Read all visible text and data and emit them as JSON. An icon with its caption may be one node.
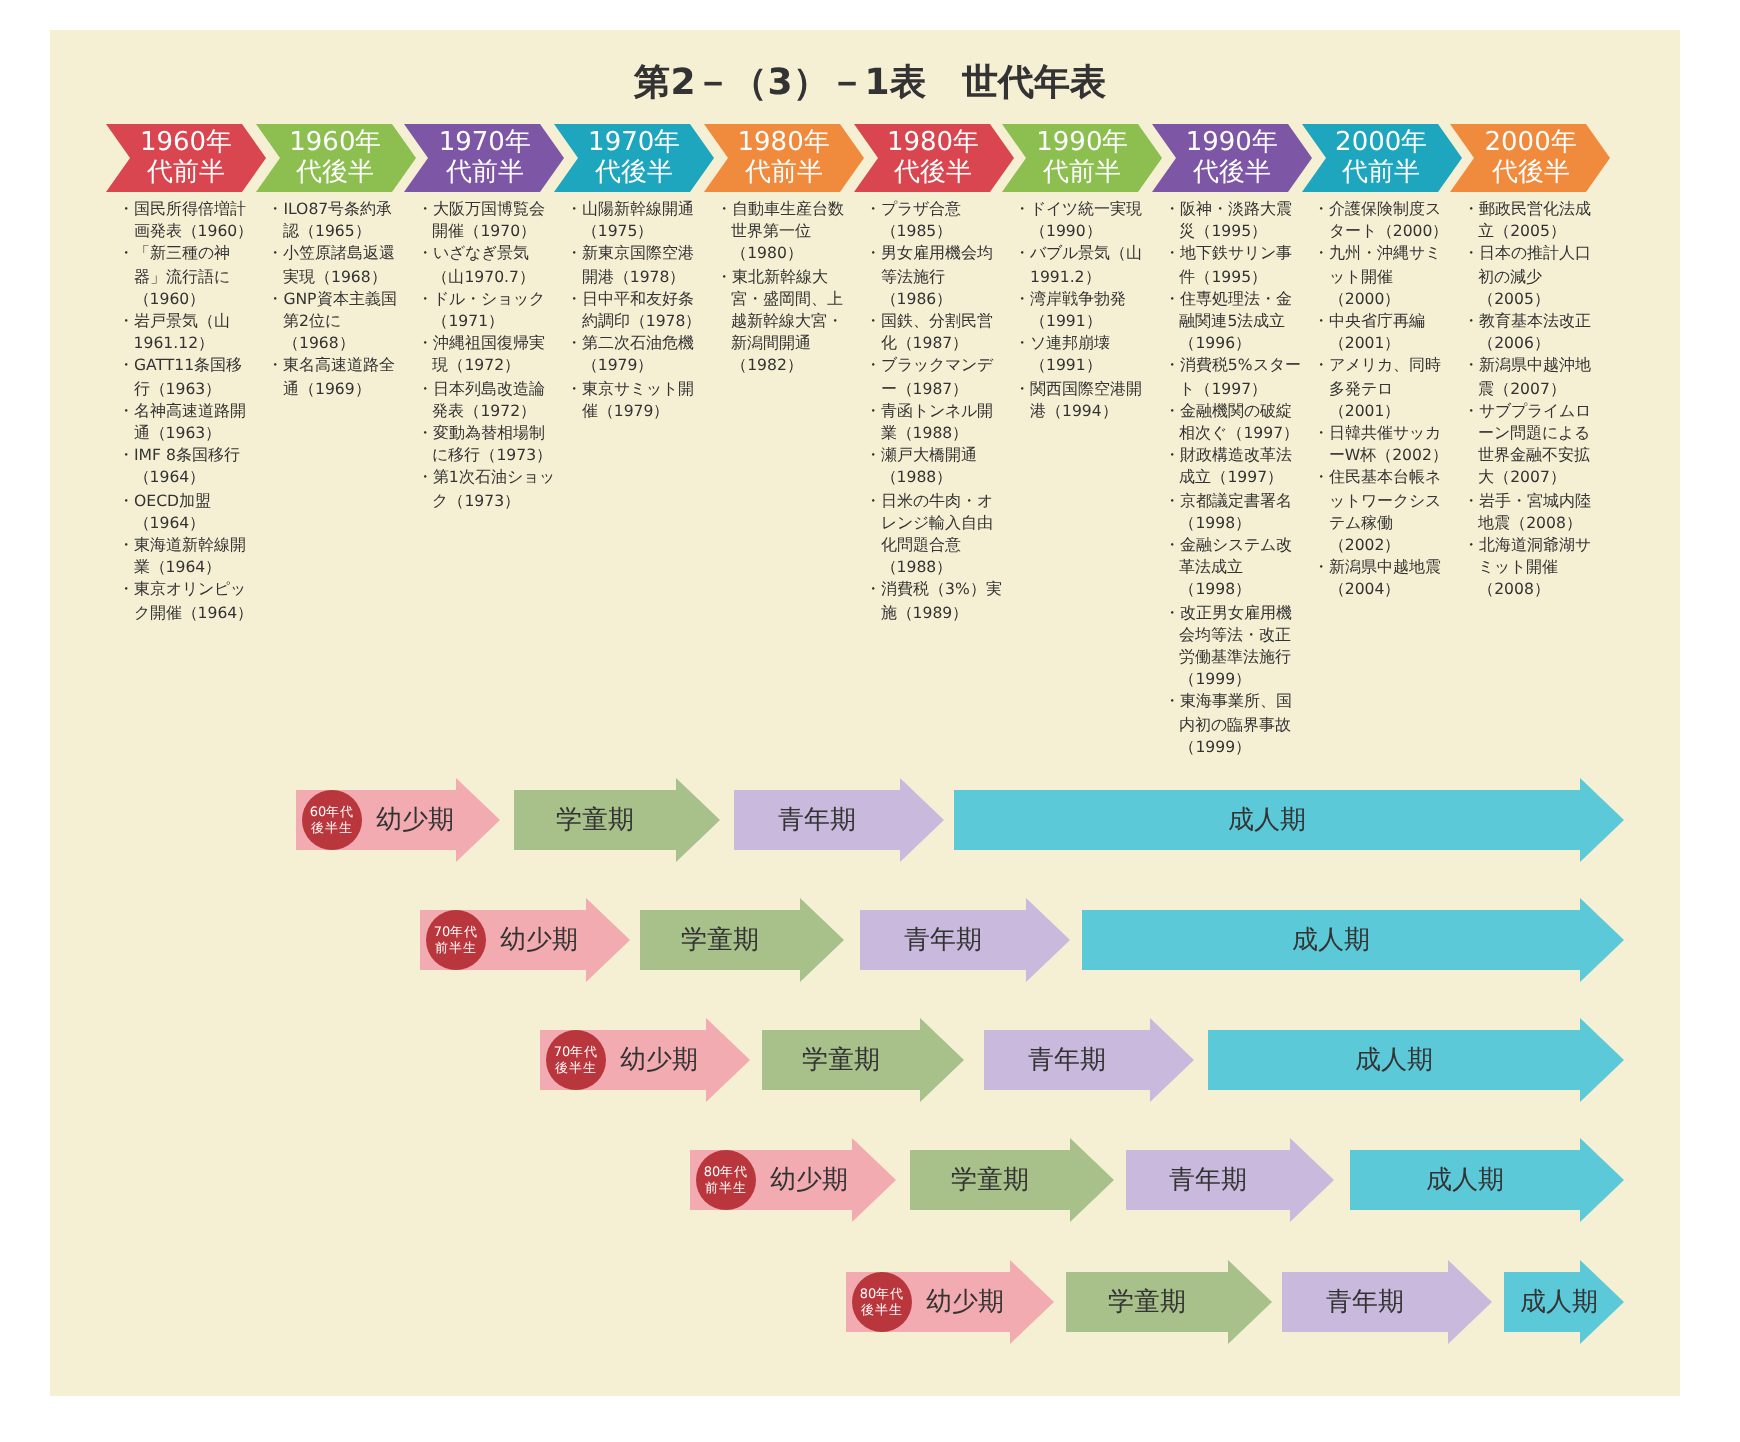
{
  "diagram": {
    "title": "第2－（3）－1表　世代年表",
    "nodes": [
      {
        "text": [
          "1960年代前半"
        ],
        "beside": [
          "・国民所得倍増計画発表（1960）",
          "・「新三種の神器」流行語に（1960）",
          "・岩戸景気（山1961.12）",
          "・GATT11条国移行（1963）",
          "・名神高速道路開通（1963）",
          "・IMF 8条国移行（1964）",
          "・OECD加盟（1964）",
          "・東海道新幹線開業（1964）",
          "・東京オリンピック開催（1964）"
        ]
      },
      {
        "text": [
          "1960年代後半"
        ],
        "beside": [
          "・ILO87号条約承認（1965）",
          "・小笠原諸島返還実現（1968）",
          "・GNP資本主義国第2位に（1968）",
          "・東名高速道路全通（1969）"
        ]
      },
      {
        "text": [
          "1970年代前半"
        ],
        "beside": [
          "・大阪万国博覧会開催（1970）",
          "・いざなぎ景気（山1970.7）",
          "・ドル・ショック（1971）",
          "・沖縄祖国復帰実現（1972）",
          "・日本列島改造論発表（1972）",
          "・変動為替相場制に移行（1973）",
          "・第1次石油ショック（1973）"
        ]
      },
      {
        "text": [
          "1970年代後半"
        ],
        "beside": [
          "・山陽新幹線開通（1975）",
          "・新東京国際空港開港（1978）",
          "・日中平和友好条約調印（1978）",
          "・第二次石油危機（1979）",
          "・東京サミット開催（1979）"
        ]
      },
      {
        "text": [
          "1980年代前半"
        ],
        "beside": [
          "・自動車生産台数世界第一位（1980）",
          "・東北新幹線大宮・盛岡間、上越新幹線大宮・新潟間開通（1982）"
        ]
      },
      {
        "text": [
          "1980年代後半"
        ],
        "beside": [
          "・プラザ合意（1985）",
          "・男女雇用機会均等法施行（1986）",
          "・国鉄、分割民営化（1987）",
          "・ブラックマンデー（1987）",
          "・青函トンネル開業（1988）",
          "・瀬戸大橋開通（1988）",
          "・日米の牛肉・オレンジ輸入自由化問題合意（1988）",
          "・消費税（3%）実施（1989）"
        ]
      },
      {
        "text": [
          "1990年代前半"
        ],
        "beside": [
          "・ドイツ統一実現（1990）",
          "・バブル景気（山1991.2）",
          "・湾岸戦争勃発（1991）",
          "・ソ連邦崩壊（1991）",
          "・関西国際空港開港（1994）"
        ]
      },
      {
        "text": [
          "1990年代後半"
        ],
        "beside": [
          "・阪神・淡路大震災（1995）",
          "・地下鉄サリン事件（1995）",
          "・住専処理法・金融関連5法成立（1996）",
          "・消費税5%スタート（1997）",
          "・金融機関の破綻相次ぐ（1997）",
          "・財政構造改革法成立（1997）",
          "・京都議定書署名（1998）",
          "・金融システム改革法成立（1998）",
          "・改正男女雇用機会均等法・改正労働基準法施行（1999）",
          "・東海事業所、国内初の臨界事故（1999）"
        ]
      },
      {
        "text": [
          "2000年代前半"
        ],
        "beside": [
          "・介護保険制度スタート（2000）",
          "・九州・沖縄サミット開催（2000）",
          "・中央省庁再編（2001）",
          "・アメリカ、同時多発テロ（2001）",
          "・日韓共催サッカーW杯（2002）",
          "・住民基本台帳ネットワークシステム稼働（2002）",
          "・新潟県中越地震（2004）"
        ]
      },
      {
        "text": [
          "2000年代後半"
        ],
        "beside": [
          "・郵政民営化法成立（2005）",
          "・日本の推計人口初の減少（2005）",
          "・教育基本法改正（2006）",
          "・新潟県中越沖地震（2007）",
          "・サブプライムローン問題による世界金融不安拡大（2007）",
          "・岩手・宮城内陸地震（2008）",
          "・北海道洞爺湖サミット開催（2008）"
        ]
      },
      {
        "text": [
          "幼少期"
        ]
      },
      {
        "text": [
          "60年代後半生"
        ],
        "in": 10
      },
      {
        "text": [
          "学童期"
        ]
      },
      {
        "text": [
          "青年期"
        ]
      },
      {
        "text": [
          "成人期"
        ]
      },
      {
        "text": [
          "幼少期"
        ]
      },
      {
        "text": [
          "70年代前半生"
        ],
        "in": 15
      },
      {
        "text": [
          "学童期"
        ]
      },
      {
        "text": [
          "青年期"
        ]
      },
      {
        "text": [
          "成人期"
        ]
      },
      {
        "text": [
          "幼少期"
        ]
      },
      {
        "text": [
          "70年代後半生"
        ],
        "in": 20
      },
      {
        "text": [
          "学童期"
        ]
      },
      {
        "text": [
          "青年期"
        ]
      },
      {
        "text": [
          "成人期"
        ]
      },
      {
        "text": [
          "幼少期"
        ]
      },
      {
        "text": [
          "80年代前半生"
        ],
        "in": 25
      },
      {
        "text": [
          "学童期"
        ]
      },
      {
        "text": [
          "青年期"
        ]
      },
      {
        "text": [
          "成人期"
        ]
      },
      {
        "text": [
          "幼少期"
        ]
      },
      {
        "text": [
          "80年代後半生"
        ],
        "in": 30
      },
      {
        "text": [
          "学童期"
        ]
      },
      {
        "text": [
          "青年期"
        ]
      },
      {
        "text": [
          "成人期"
        ]
      }
    ]
  }
}
